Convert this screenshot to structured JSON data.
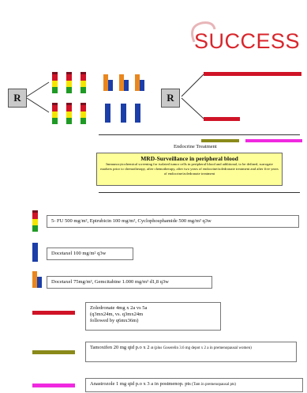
{
  "logo": {
    "text": "SUCCESS"
  },
  "randomization": {
    "label": "R"
  },
  "arms": {
    "endocrine_label": "Endocrine Treatment"
  },
  "mrd": {
    "title": "MRD-Surveillance in peripheral blood",
    "body": "Immunocytochemical screening for isolated tumor cells in peripheral blood and additional, to be defined, surrogate markers prior to chemotherapy, after chemotherapy, after two years of endocrine/zoledronate treatment and after five years of endocrine/zoledronate treatment"
  },
  "legend": {
    "fec": "5- FU 500 mg/m², Epirubicin 100 mg/m², Cyclophosphamide 500 mg/m² q3w",
    "docetaxel": "Docetaxel 100 mg/m² q3w",
    "docgem": "Docetaxel 75mg/m², Gemcitabine 1.000 mg/m² d1,8 q3w",
    "zoledronate_1": "Zoledronate 4mg x 2a vs 5a",
    "zoledronate_2": "(q3mx24m, vs. q3mx24m",
    "zoledronate_3": "followed by q6mx36m)",
    "tamoxifen_main": "Tamoxifen 20 mg qid p.o x 2 a",
    "tamoxifen_note": " (plus Goserelin 3.6 mg depot x 2 a in premenopausal women)",
    "anastrozole_main": "Anastrozole 1 mg qid p.o x 3 a in postmenop. pts",
    "anastrozole_note": " (Tam in premenopausal pts)"
  },
  "colors": {
    "red": "#d01327",
    "yellow": "#f5e600",
    "green": "#1f9a25",
    "maroon": "#7a1020",
    "blue": "#1c3ea8",
    "orange": "#e9871e",
    "olive": "#8a8a1a",
    "magenta": "#f029e0",
    "logo_red": "#d8262c"
  }
}
